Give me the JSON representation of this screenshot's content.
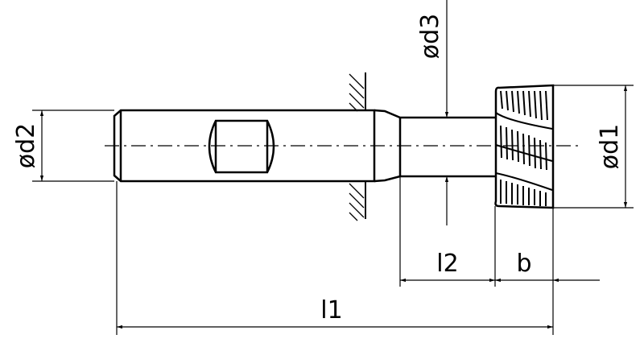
{
  "title": "Shank-type cutter dimension drawing",
  "labels": {
    "d1": "ød1",
    "d2": "ød2",
    "d3": "ød3",
    "l1": "l1",
    "l2": "l2",
    "b": "b"
  },
  "colors": {
    "line": "#000000",
    "background": "#ffffff"
  }
}
